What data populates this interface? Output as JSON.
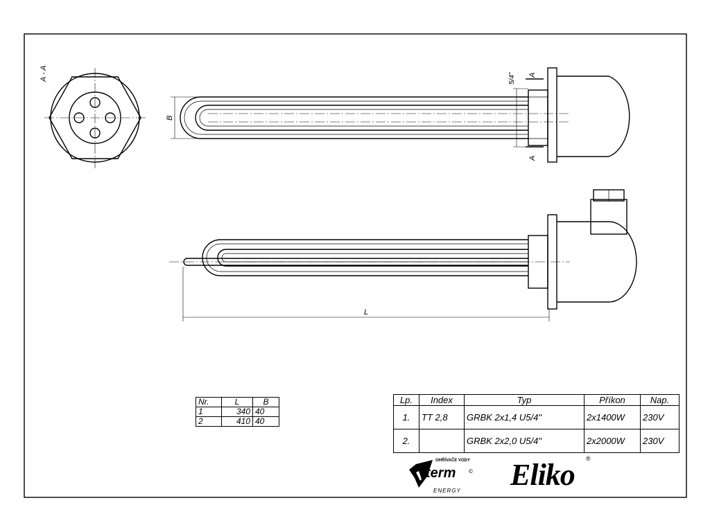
{
  "section_label": "A - A",
  "dims": {
    "b_label": "B",
    "l_label": "L",
    "thread_label": "5/4\"",
    "section_mark_top": "A",
    "section_mark_bottom": "A"
  },
  "size_table": {
    "headers": [
      "Nr.",
      "L",
      "B"
    ],
    "rows": [
      [
        "1",
        "340",
        "40"
      ],
      [
        "2",
        "410",
        "40"
      ]
    ]
  },
  "spec_table": {
    "headers": [
      "Lp.",
      "Index",
      "Typ",
      "Příkon",
      "Nap."
    ],
    "rows": [
      [
        "1.",
        "TT 2,8",
        "GRBK 2x1,4 U5/4\"",
        "2x1400W",
        "230V"
      ],
      [
        "2.",
        "",
        "GRBK 2x2,0 U5/4\"",
        "2x2000W",
        "230V"
      ]
    ]
  },
  "logos": {
    "eliko": "Eliko",
    "eliko_reg": "®",
    "wterm": "term",
    "wterm_reg": "©",
    "wterm_tagline": "OHŘÍVAČE VODY",
    "wterm_sub": "ENERGY"
  }
}
